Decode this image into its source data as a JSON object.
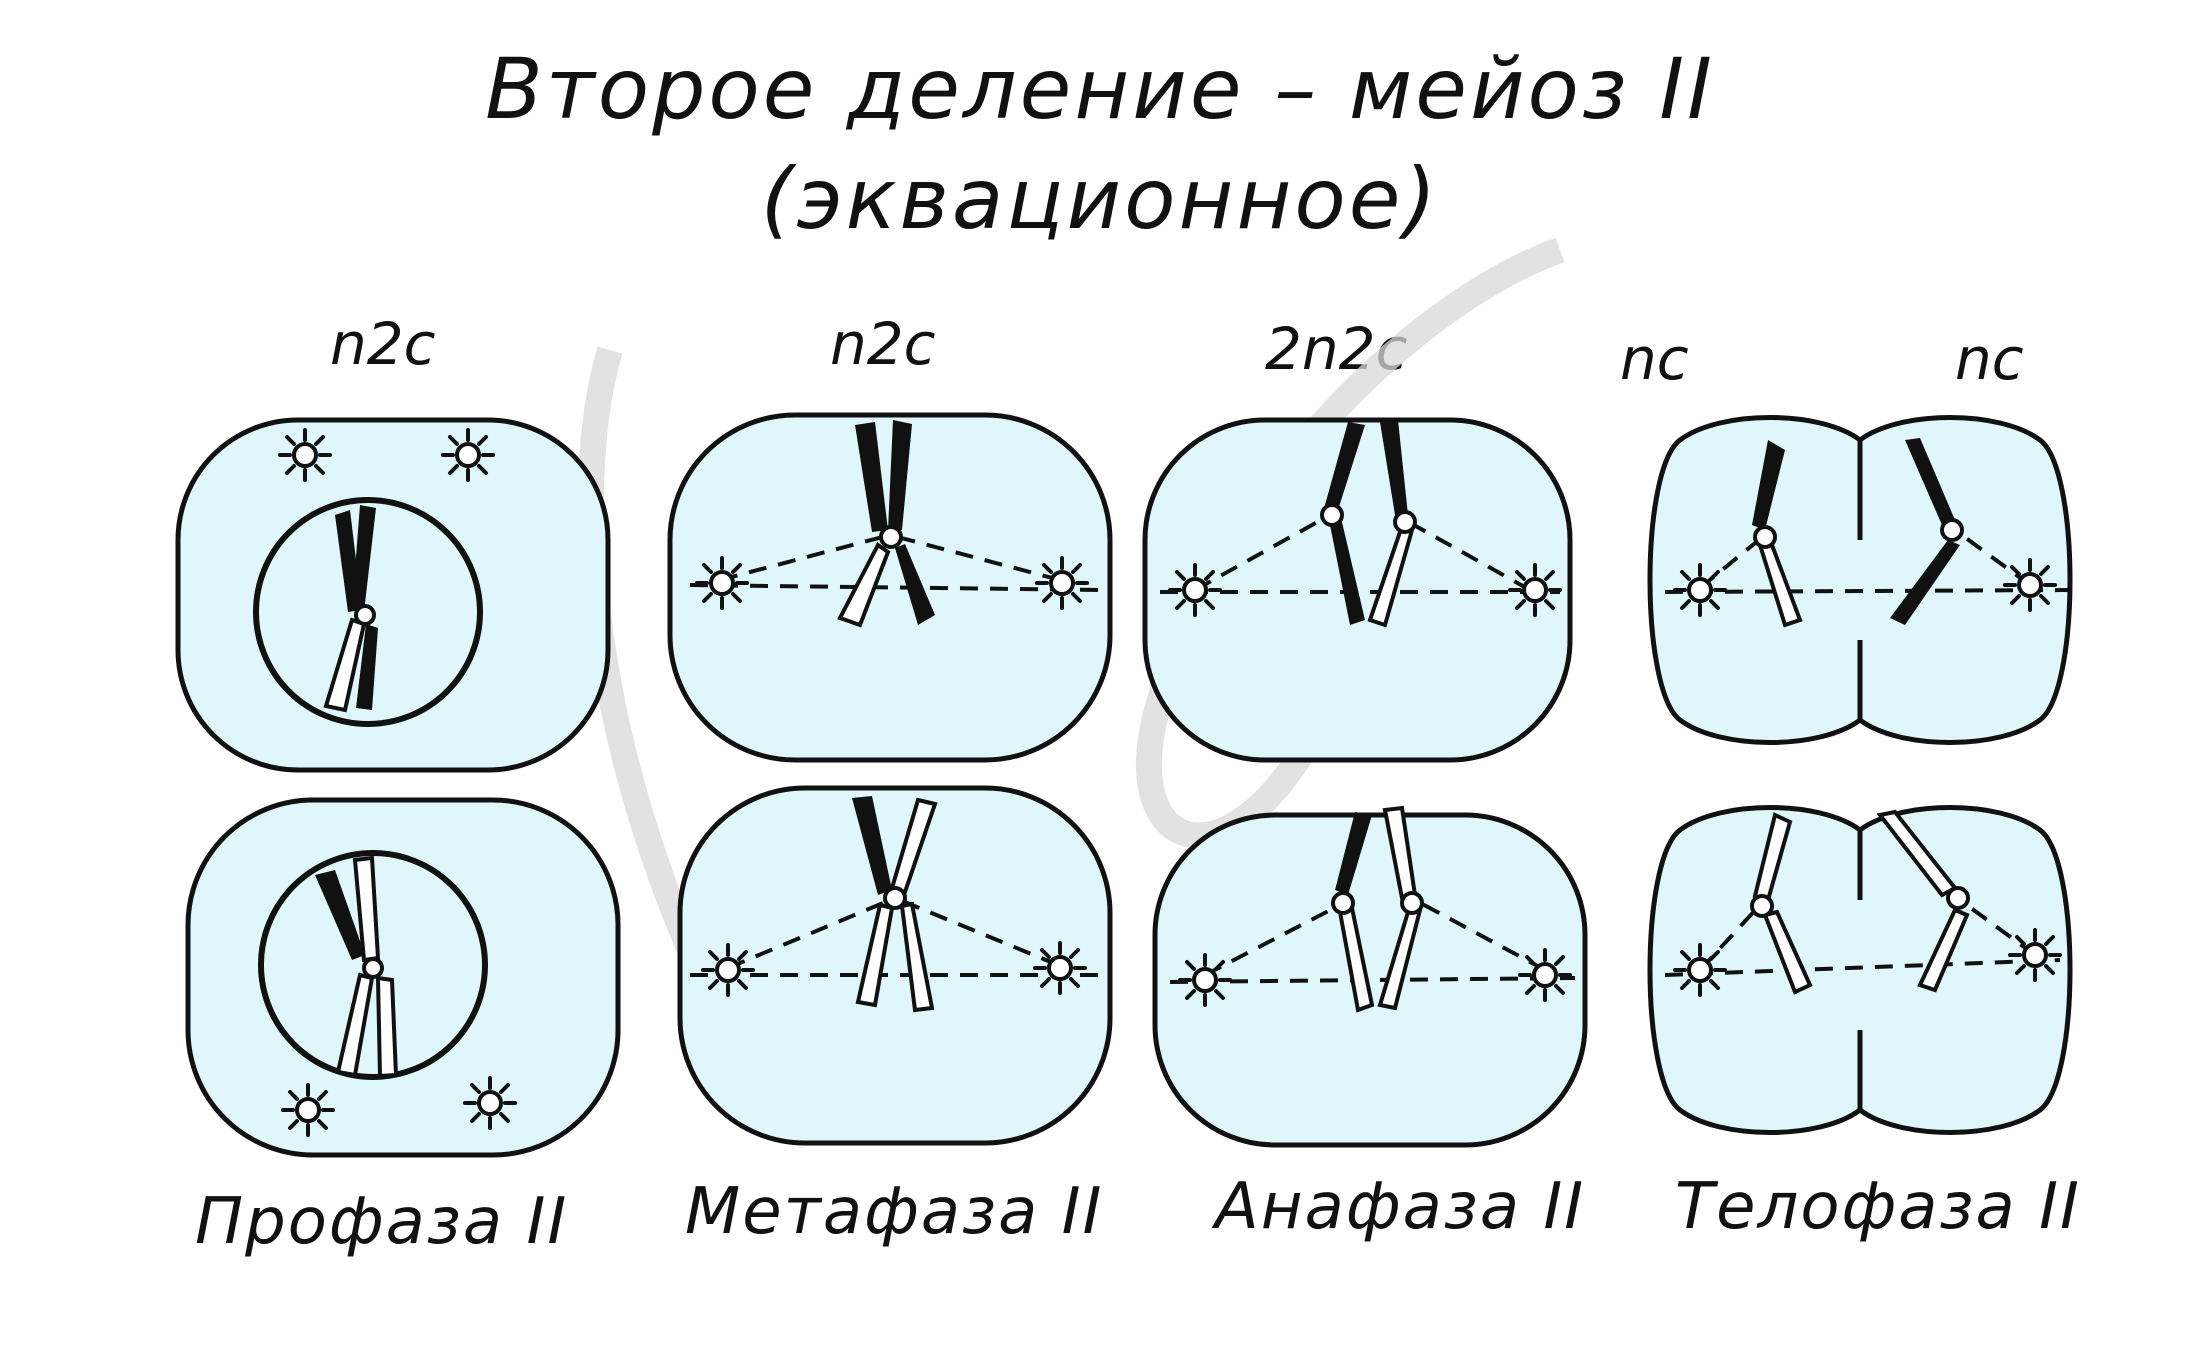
{
  "title": {
    "line1": "Второе деление – мейоз II",
    "line2": "(эквационное)"
  },
  "ploidy": {
    "prophase": "n2c",
    "metaphase": "n2c",
    "anaphase": "2n2c",
    "telophase_left": "nc",
    "telophase_right": "nc"
  },
  "phases": {
    "prophase": "Профаза II",
    "metaphase": "Метафаза II",
    "anaphase": "Анафаза II",
    "telophase": "Телофаза II"
  },
  "colors": {
    "cytoplasm": "#dff7fb",
    "outline": "#111111",
    "chromosome_dark": "#111111",
    "chromosome_light": "#ffffff",
    "watermark": "#d8d8d8"
  }
}
